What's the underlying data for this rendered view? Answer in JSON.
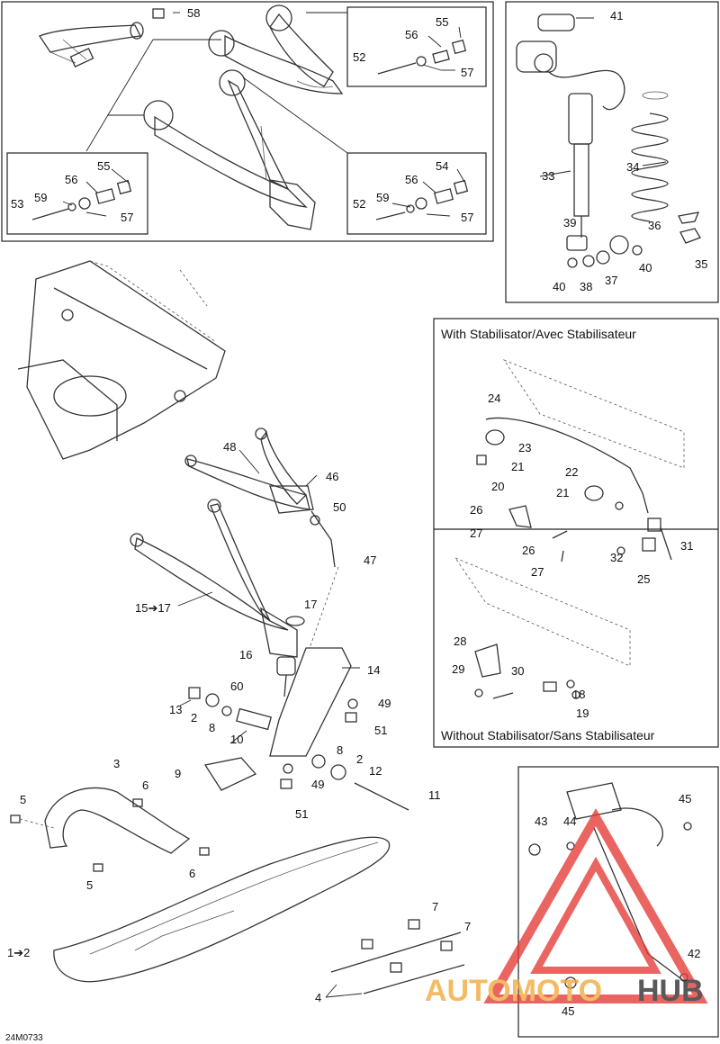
{
  "diagram_code": "24M0733",
  "captions": {
    "with_stabilisator": "With Stabilisator/Avec Stabilisateur",
    "without_stabilisator": "Without Stabilisator/Sans Stabilisateur"
  },
  "watermark": {
    "text_part1": "AUTOMOTO",
    "text_part2": "HUB",
    "color_main": "#f2a83a",
    "color_hub": "#2b2b2b",
    "triangle_color": "#e53935"
  },
  "callouts": {
    "c58": "58",
    "c55a": "55",
    "c56a": "56",
    "c52a": "52",
    "c57a": "57",
    "c55b": "55",
    "c56b": "56",
    "c53": "53",
    "c59a": "59",
    "c57b": "57",
    "c54": "54",
    "c56c": "56",
    "c52b": "52",
    "c59b": "59",
    "c57c": "57",
    "c41": "41",
    "c33": "33",
    "c34": "34",
    "c39": "39",
    "c36": "36",
    "c35": "35",
    "c40a": "40",
    "c40b": "40",
    "c38": "38",
    "c37": "37",
    "c48": "48",
    "c46": "46",
    "c50": "50",
    "c47": "47",
    "c15": "15➔17",
    "c17": "17",
    "c16": "16",
    "c14": "14",
    "c13": "13",
    "c60": "60",
    "c2a": "2",
    "c8a": "8",
    "c10": "10",
    "c49a": "49",
    "c51a": "51",
    "c8b": "8",
    "c2b": "2",
    "c12": "12",
    "c9": "9",
    "c49b": "49",
    "c51b": "51",
    "c11": "11",
    "c3": "3",
    "c5a": "5",
    "c6a": "6",
    "c6b": "6",
    "c5b": "5",
    "c1": "1➔2",
    "c7a": "7",
    "c7b": "7",
    "c4": "4",
    "c24": "24",
    "c23": "23",
    "c21a": "21",
    "c20": "20",
    "c22": "22",
    "c21b": "21",
    "c26a": "26",
    "c27a": "27",
    "c26b": "26",
    "c27b": "27",
    "c32": "32",
    "c31": "31",
    "c25": "25",
    "c28": "28",
    "c29": "29",
    "c30": "30",
    "c18": "18",
    "c19": "19",
    "c45a": "45",
    "c43": "43",
    "c44": "44",
    "c42": "42",
    "c45b": "45"
  }
}
